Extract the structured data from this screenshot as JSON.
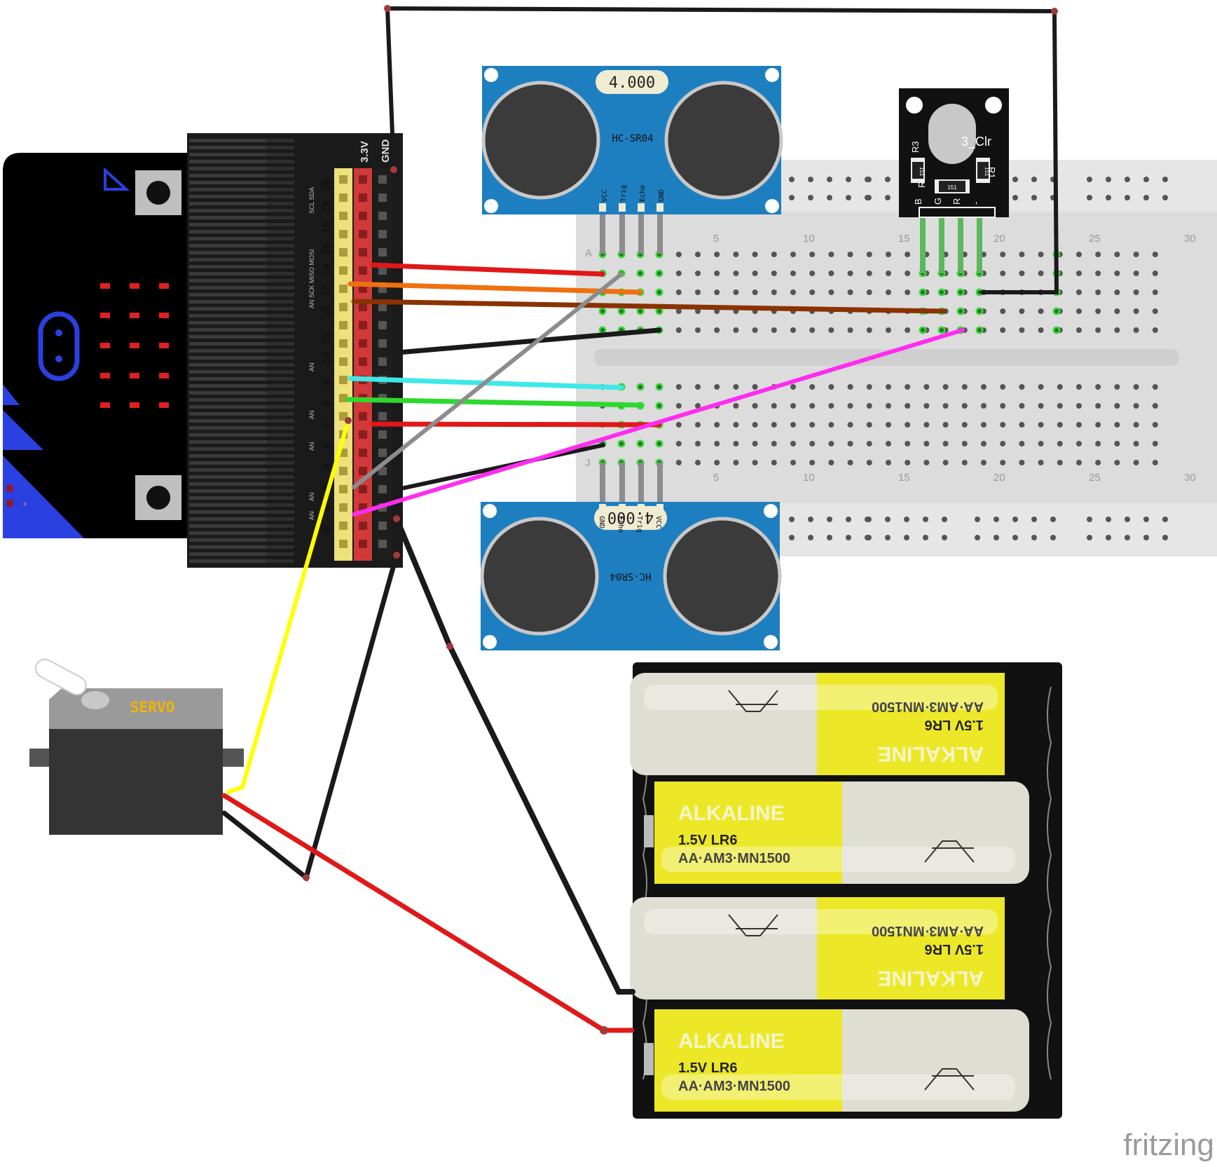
{
  "breadboard": {
    "column_numbers": [
      "5",
      "10",
      "15",
      "20",
      "25",
      "30"
    ],
    "row_letters_top": [
      "A",
      "J"
    ]
  },
  "microbit": {
    "header_labels": [
      "3.3V",
      "GND"
    ],
    "pin_numbers": [
      "20",
      "19",
      "16",
      "15",
      "14",
      "13",
      "12",
      "11",
      "10",
      "9",
      "8",
      "7",
      "6",
      "5",
      "4",
      "3",
      "0"
    ],
    "pin_functions": [
      "SCL SDA",
      "AN SCK MISO MOSI",
      "AN",
      "AN",
      "AN",
      "AN",
      "AN"
    ],
    "battery_labels": [
      "-",
      "+"
    ]
  },
  "sensor_top": {
    "crystal": "4.000",
    "model": "HC-SR04",
    "pins": [
      "VCC",
      "Trig",
      "Echo",
      "GND"
    ]
  },
  "sensor_bottom": {
    "crystal": "4.000",
    "model": "HC-SR04",
    "pins": [
      "GND",
      "Echo",
      "Trig",
      "VCC"
    ]
  },
  "rgb_led": {
    "name": "3_Clr",
    "resistors": [
      "R3",
      "R2",
      "R1"
    ],
    "resistor_code": "151",
    "pins": [
      "B",
      "G",
      "R",
      "-"
    ]
  },
  "servo": {
    "label": "SERVO"
  },
  "battery_pack": {
    "brand": "ALKALINE",
    "voltage": "1.5V LR6",
    "codes": "AA·AM3·MN1500"
  },
  "watermark": "fritzing",
  "colors": {
    "wire_red": "#e01818",
    "wire_orange": "#f07010",
    "wire_brown": "#8a3300",
    "wire_black": "#202020",
    "wire_cyan": "#3fe8e8",
    "wire_green": "#2ed82e",
    "wire_grey": "#8c8c8c",
    "wire_magenta": "#ff2cf0",
    "wire_yellow": "#ffff00",
    "sensor_blue": "#1e7fc0",
    "microbit_blue": "#2a40e0"
  }
}
